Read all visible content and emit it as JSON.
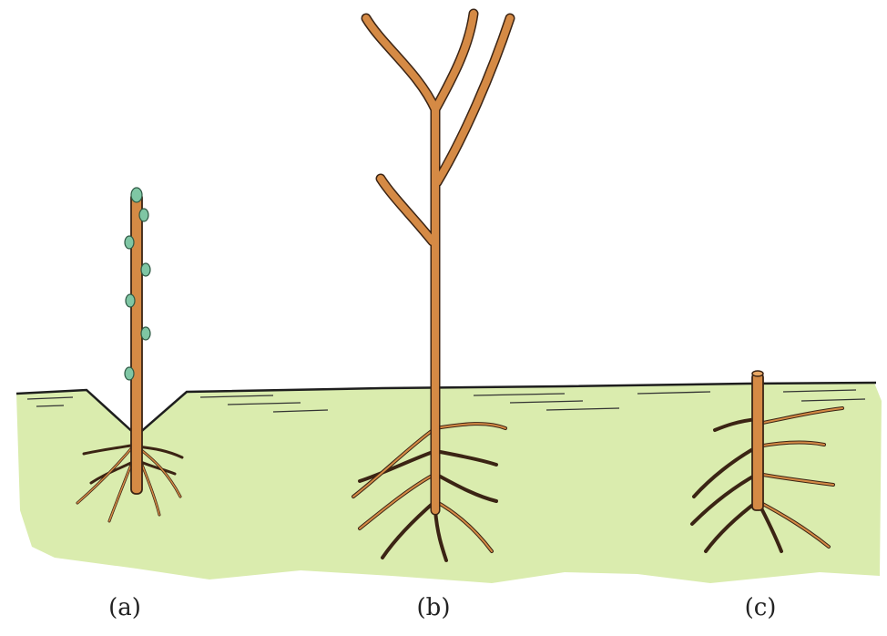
{
  "captions": {
    "a": "(a)",
    "b": "(b)",
    "c": "(c)"
  },
  "colors": {
    "soil": "#daecae",
    "stem": "#d58a45",
    "stem_outline": "#3b2414",
    "bud": "#7fc6a4",
    "ground_line": "#1e1e1e"
  },
  "plants": [
    {
      "id": "a",
      "description_free": true,
      "features": [
        "stem-with-green-buds",
        "planted-in-depression",
        "roots"
      ]
    },
    {
      "id": "b",
      "features": [
        "tall-branched-stem",
        "roots"
      ]
    },
    {
      "id": "c",
      "features": [
        "cut-stem",
        "roots"
      ]
    }
  ]
}
